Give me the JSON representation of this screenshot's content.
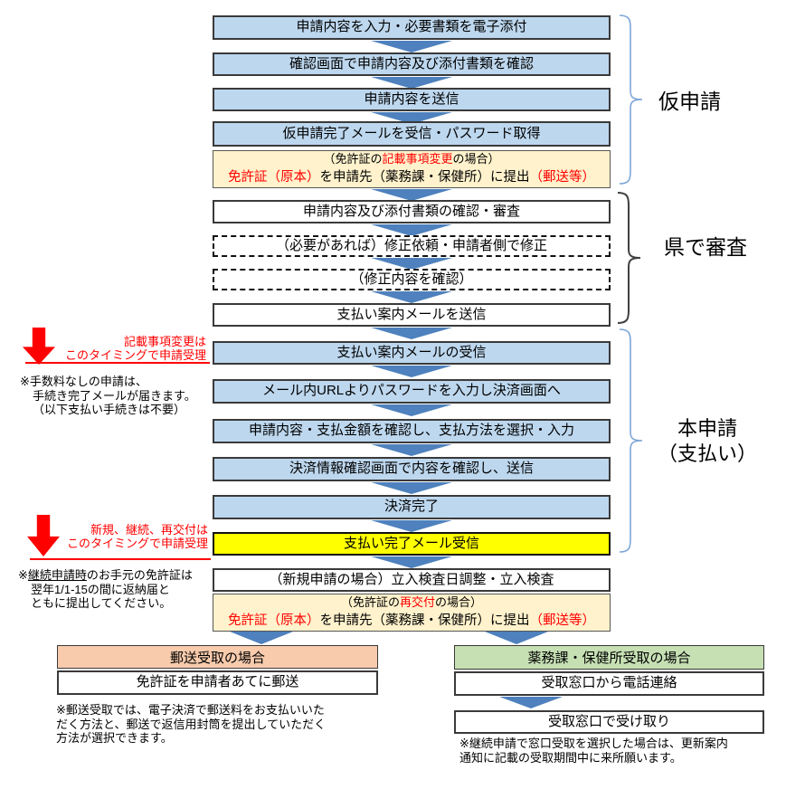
{
  "palette": {
    "step_blue": "#BDD7EE",
    "highlight_yellow": "#FFFF00",
    "note_cream": "#FFF2CC",
    "mail_orange": "#F8CBAD",
    "office_green": "#C6E0B4",
    "chevron_blue": "#4E81BD",
    "accent_red": "#FF0000"
  },
  "flow": {
    "steps": [
      {
        "label": "申請内容を入力・必要書類を電子添付"
      },
      {
        "label": "確認画面で申請内容及び添付書類を確認"
      },
      {
        "label": "申請内容を送信"
      },
      {
        "label": "仮申請完了メールを受信・パスワード取得"
      },
      {
        "label": "申請内容及び添付書類の確認・審査"
      },
      {
        "label": "（必要があれば）修正依頼・申請者側で修正"
      },
      {
        "label": "（修正内容を確認）"
      },
      {
        "label": "支払い案内メールを送信"
      },
      {
        "label": "支払い案内メールの受信"
      },
      {
        "label": "メール内URLよりパスワードを入力し決済画面へ"
      },
      {
        "label": "申請内容・支払金額を確認し、支払方法を選択・入力"
      },
      {
        "label": "決済情報確認画面で内容を確認し、送信"
      },
      {
        "label": "決済完了"
      },
      {
        "label": "支払い完了メール受信"
      },
      {
        "label": "（新規申請の場合）立入検査日調整・立入検査"
      }
    ]
  },
  "cream1": {
    "l1a": "（免許証の",
    "l1b": "記載事項変更",
    "l1c": "の場合）",
    "l2a": "免許証（原本）",
    "l2b": "を申請先（薬務課・保健所）に提出",
    "l2c": "（郵送等）"
  },
  "cream2": {
    "l1a": "（免許証の",
    "l1b": "再交付",
    "l1c": "の場合）",
    "l2a": "免許証（原本）",
    "l2b": "を申請先（薬務課・保健所）に提出",
    "l2c": "（郵送等）"
  },
  "stages": {
    "provisional": "仮申請",
    "review": "県で審査",
    "main_line1": "本申請",
    "main_line2": "（支払い）"
  },
  "left": {
    "ann1": {
      "line1": "記載事項変更は",
      "line2": "このタイミングで申請受理"
    },
    "note1": {
      "line1": "※手数料なしの申請は、",
      "line2": "手続き完了メールが届きます。",
      "line3": "（以下支払い手続きは不要）"
    },
    "ann2": {
      "line1": "新規、継続、再交付は",
      "line2": "このタイミングで申請受理"
    },
    "note2": {
      "prefix": "※",
      "underlined": "継続申請時",
      "rest": "のお手元の免許証は",
      "line2": "翌年1/1-15の間に返納届と",
      "line3": "ともに提出してください。"
    }
  },
  "mail_branch": {
    "header": "郵送受取の場合",
    "box": "免許証を申請者あてに郵送",
    "note_line1": "※郵送受取では、電子決済で郵送料をお支払いいた",
    "note_line2": "だく方法と、郵送で返信用封筒を提出していただく",
    "note_line3": "方法が選択できます。"
  },
  "office_branch": {
    "header": "薬務課・保健所受取の場合",
    "box1": "受取窓口から電話連絡",
    "box2": "受取窓口で受け取り",
    "note_line1": "※継続申請で窓口受取を選択した場合は、更新案内",
    "note_line2": "通知に記載の受取期間中に来所願います。"
  }
}
